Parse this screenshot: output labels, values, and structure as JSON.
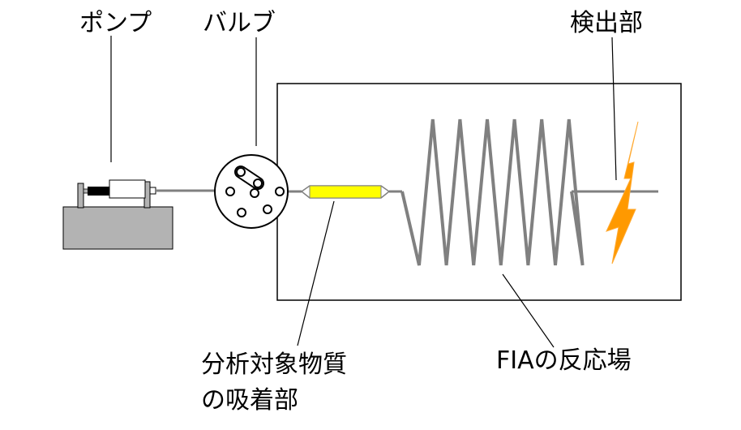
{
  "labels": {
    "pump": "ポンプ",
    "valve": "バルブ",
    "detector": "検出部",
    "adsorption_line1": "分析対象物質",
    "adsorption_line2": "の吸着部",
    "reaction_field": "FIAの反応場"
  },
  "colors": {
    "line": "#808080",
    "outline": "#000000",
    "pump_base": "#b3b3b3",
    "pump_piston": "#000000",
    "adsorbent": "#ffff00",
    "detector_flash": "#ff9900",
    "background": "#ffffff"
  },
  "reaction_coil": {
    "peak_count": 6
  }
}
